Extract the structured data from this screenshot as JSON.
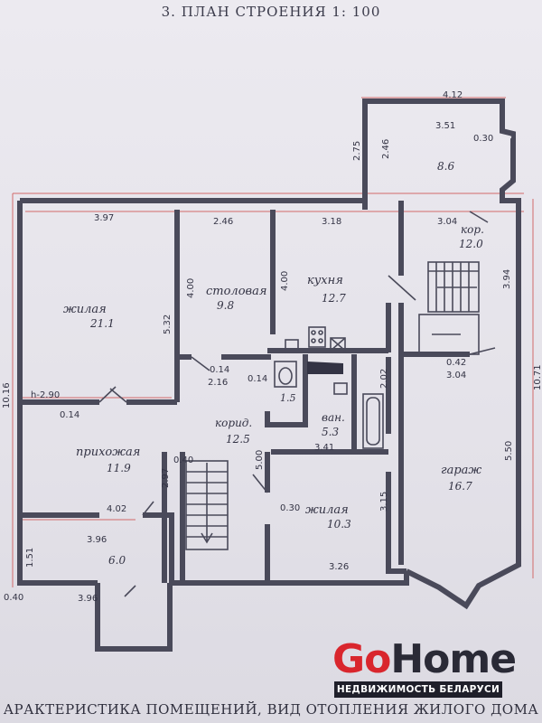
{
  "title": "3. ПЛАН СТРОЕНИЯ 1: 100",
  "footer": "АРАКТЕРИСТИКА ПОМЕЩЕНИЙ, ВИД ОТОПЛЕНИЯ ЖИЛОГО ДОМА",
  "logo": {
    "go": "Go",
    "home": "Home",
    "tagline": "НЕДВИЖИМОСТЬ БЕЛАРУСИ",
    "accent_color": "#d9262d"
  },
  "rooms": {
    "living_left": {
      "name": "жилая",
      "area": "21.1"
    },
    "dining": {
      "name": "столовая",
      "area": "9.8"
    },
    "kitchen": {
      "name": "кухня",
      "area": "12.7"
    },
    "corridor_right": {
      "name": "кор.",
      "area": "12.0"
    },
    "upper_room": {
      "area": "8.6"
    },
    "hall": {
      "name": "прихожая",
      "area": "11.9"
    },
    "corridor_center": {
      "name": "корид.",
      "area": "12.5"
    },
    "bath": {
      "name": "ван.",
      "area": "5.3"
    },
    "wc": {
      "area": "1.5"
    },
    "living_bottom": {
      "name": "жилая",
      "area": "10.3"
    },
    "garage": {
      "name": "гараж",
      "area": "16.7"
    },
    "porch": {
      "area": "6.0"
    }
  },
  "dims": {
    "d_412": "4.12",
    "d_351": "3.51",
    "d_030a": "0.30",
    "d_275": "2.75",
    "d_246a": "2.46",
    "d_397": "3.97",
    "d_246b": "2.46",
    "d_318": "3.18",
    "d_304a": "3.04",
    "d_394": "3.94",
    "d_400a": "4.00",
    "d_400b": "4.00",
    "d_532": "5.32",
    "d_1016": "10.16",
    "d_1071": "10.71",
    "d_h290": "h-2.90",
    "d_014a": "0.14",
    "d_014b": "0.14",
    "d_014c": "0.14",
    "d_216": "2.16",
    "d_042": "0.42",
    "d_304b": "3.04",
    "d_202": "2.02",
    "d_550": "5.50",
    "d_341": "3.41",
    "d_500": "5.00",
    "d_297": "2.97",
    "d_040": "0.40",
    "d_402": "4.02",
    "d_396a": "3.96",
    "d_151": "1.51",
    "d_396b": "3.96",
    "d_030b": "0.30",
    "d_315": "3.15",
    "d_326": "3.26",
    "d_040b": "0.40"
  }
}
